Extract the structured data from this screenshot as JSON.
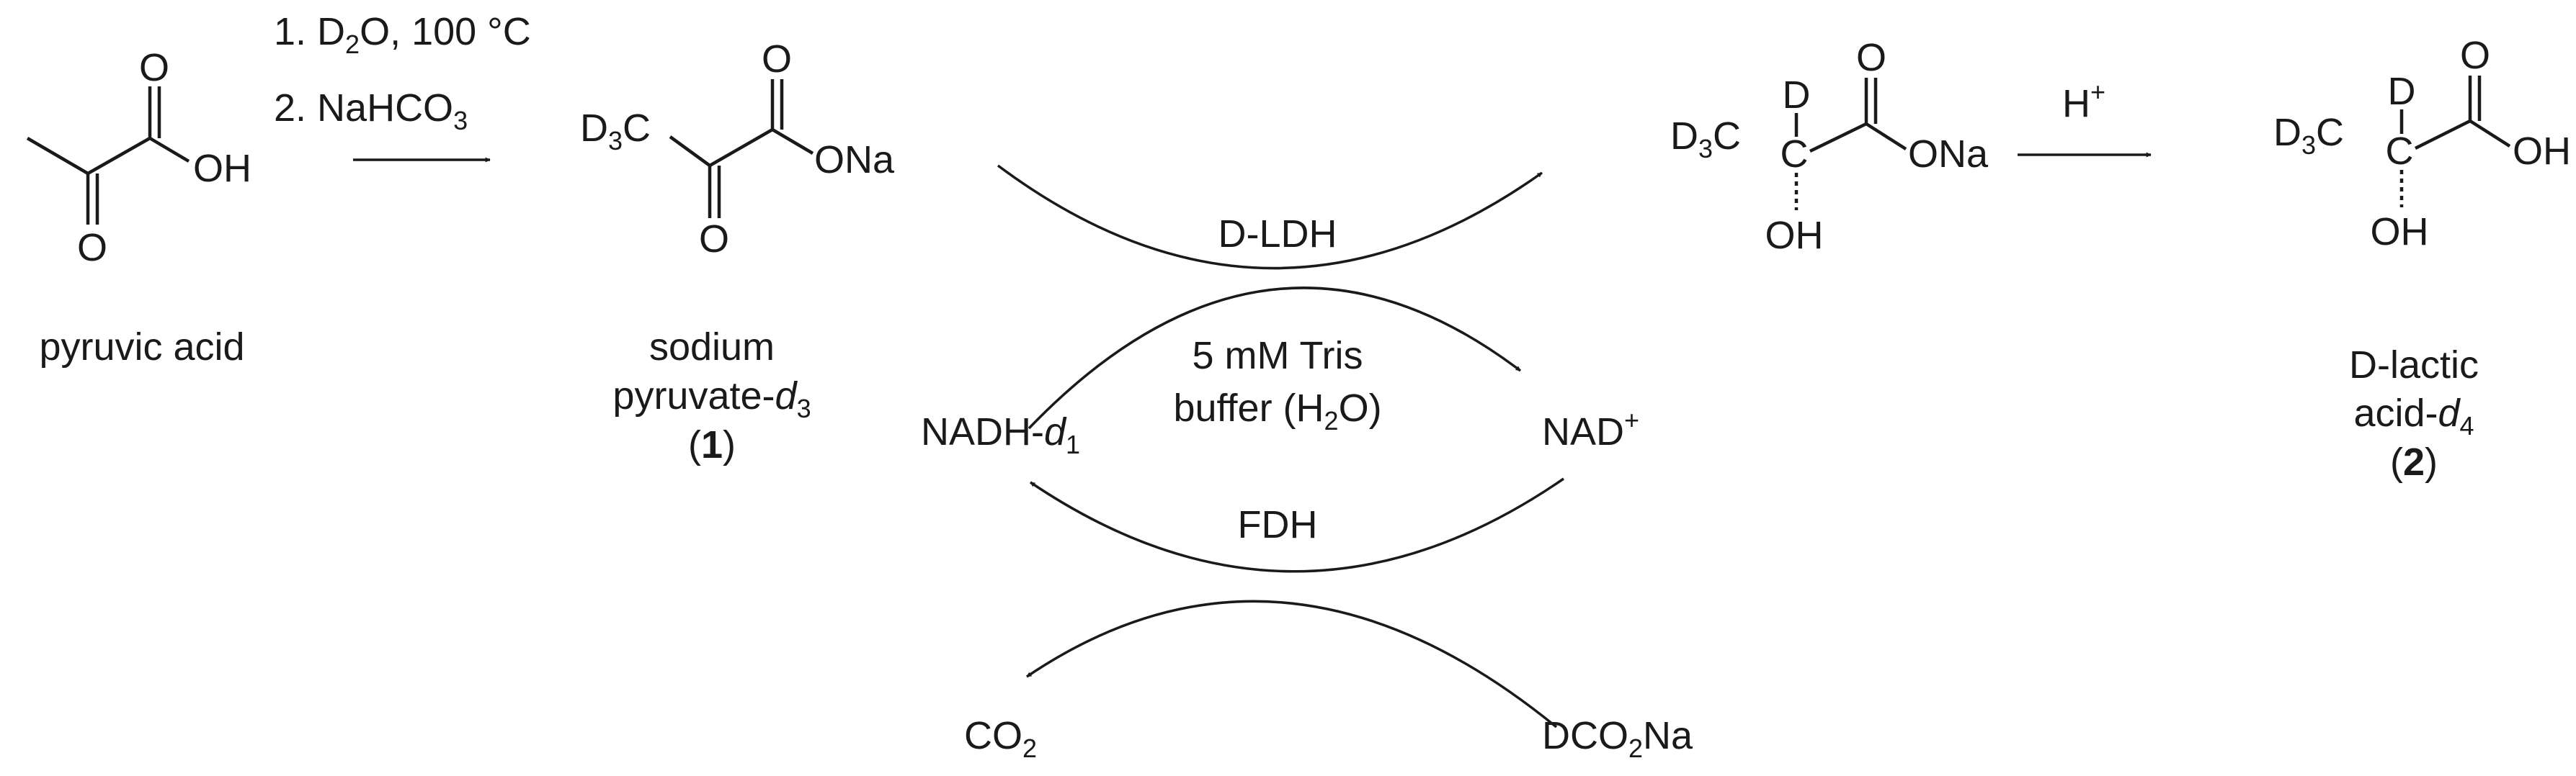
{
  "conditions": {
    "step1_pre": "1. D",
    "step1_sub": "2",
    "step1_post": "O, 100 °C",
    "step2_pre": "2. NaHCO",
    "step2_sub": "3",
    "acid_label_pre": "H",
    "acid_label_sup": "+"
  },
  "atoms": {
    "O": "O",
    "OH": "OH",
    "ONa": "ONa",
    "D": "D",
    "C": "C",
    "D3C_pre": "D",
    "D3C_sub": "3",
    "D3C_post": "C"
  },
  "compounds": {
    "pyruvic": "pyruvic acid",
    "sodium_line1": "sodium",
    "sodium_line2_pre": "pyruvate-",
    "sodium_line2_ital": "d",
    "sodium_line2_sub": "3",
    "sodium_num": "1",
    "lactic_line1": "D-lactic",
    "lactic_line2_pre": "acid-",
    "lactic_line2_ital": "d",
    "lactic_line2_sub": "4",
    "lactic_num": "2"
  },
  "cycle": {
    "d_ldh": "D-LDH",
    "buffer_line1": "5 mM Tris",
    "buffer_line2_pre": "buffer (H",
    "buffer_line2_sub": "2",
    "buffer_line2_post": "O)",
    "fdh": "FDH",
    "nadh_pre": "NADH-",
    "nadh_ital": "d",
    "nadh_sub": "1",
    "nad_pre": "NAD",
    "nad_sup": "+",
    "co2_pre": "CO",
    "co2_sub": "2",
    "dco2na_pre": "DCO",
    "dco2na_sub": "2",
    "dco2na_post": "Na"
  }
}
